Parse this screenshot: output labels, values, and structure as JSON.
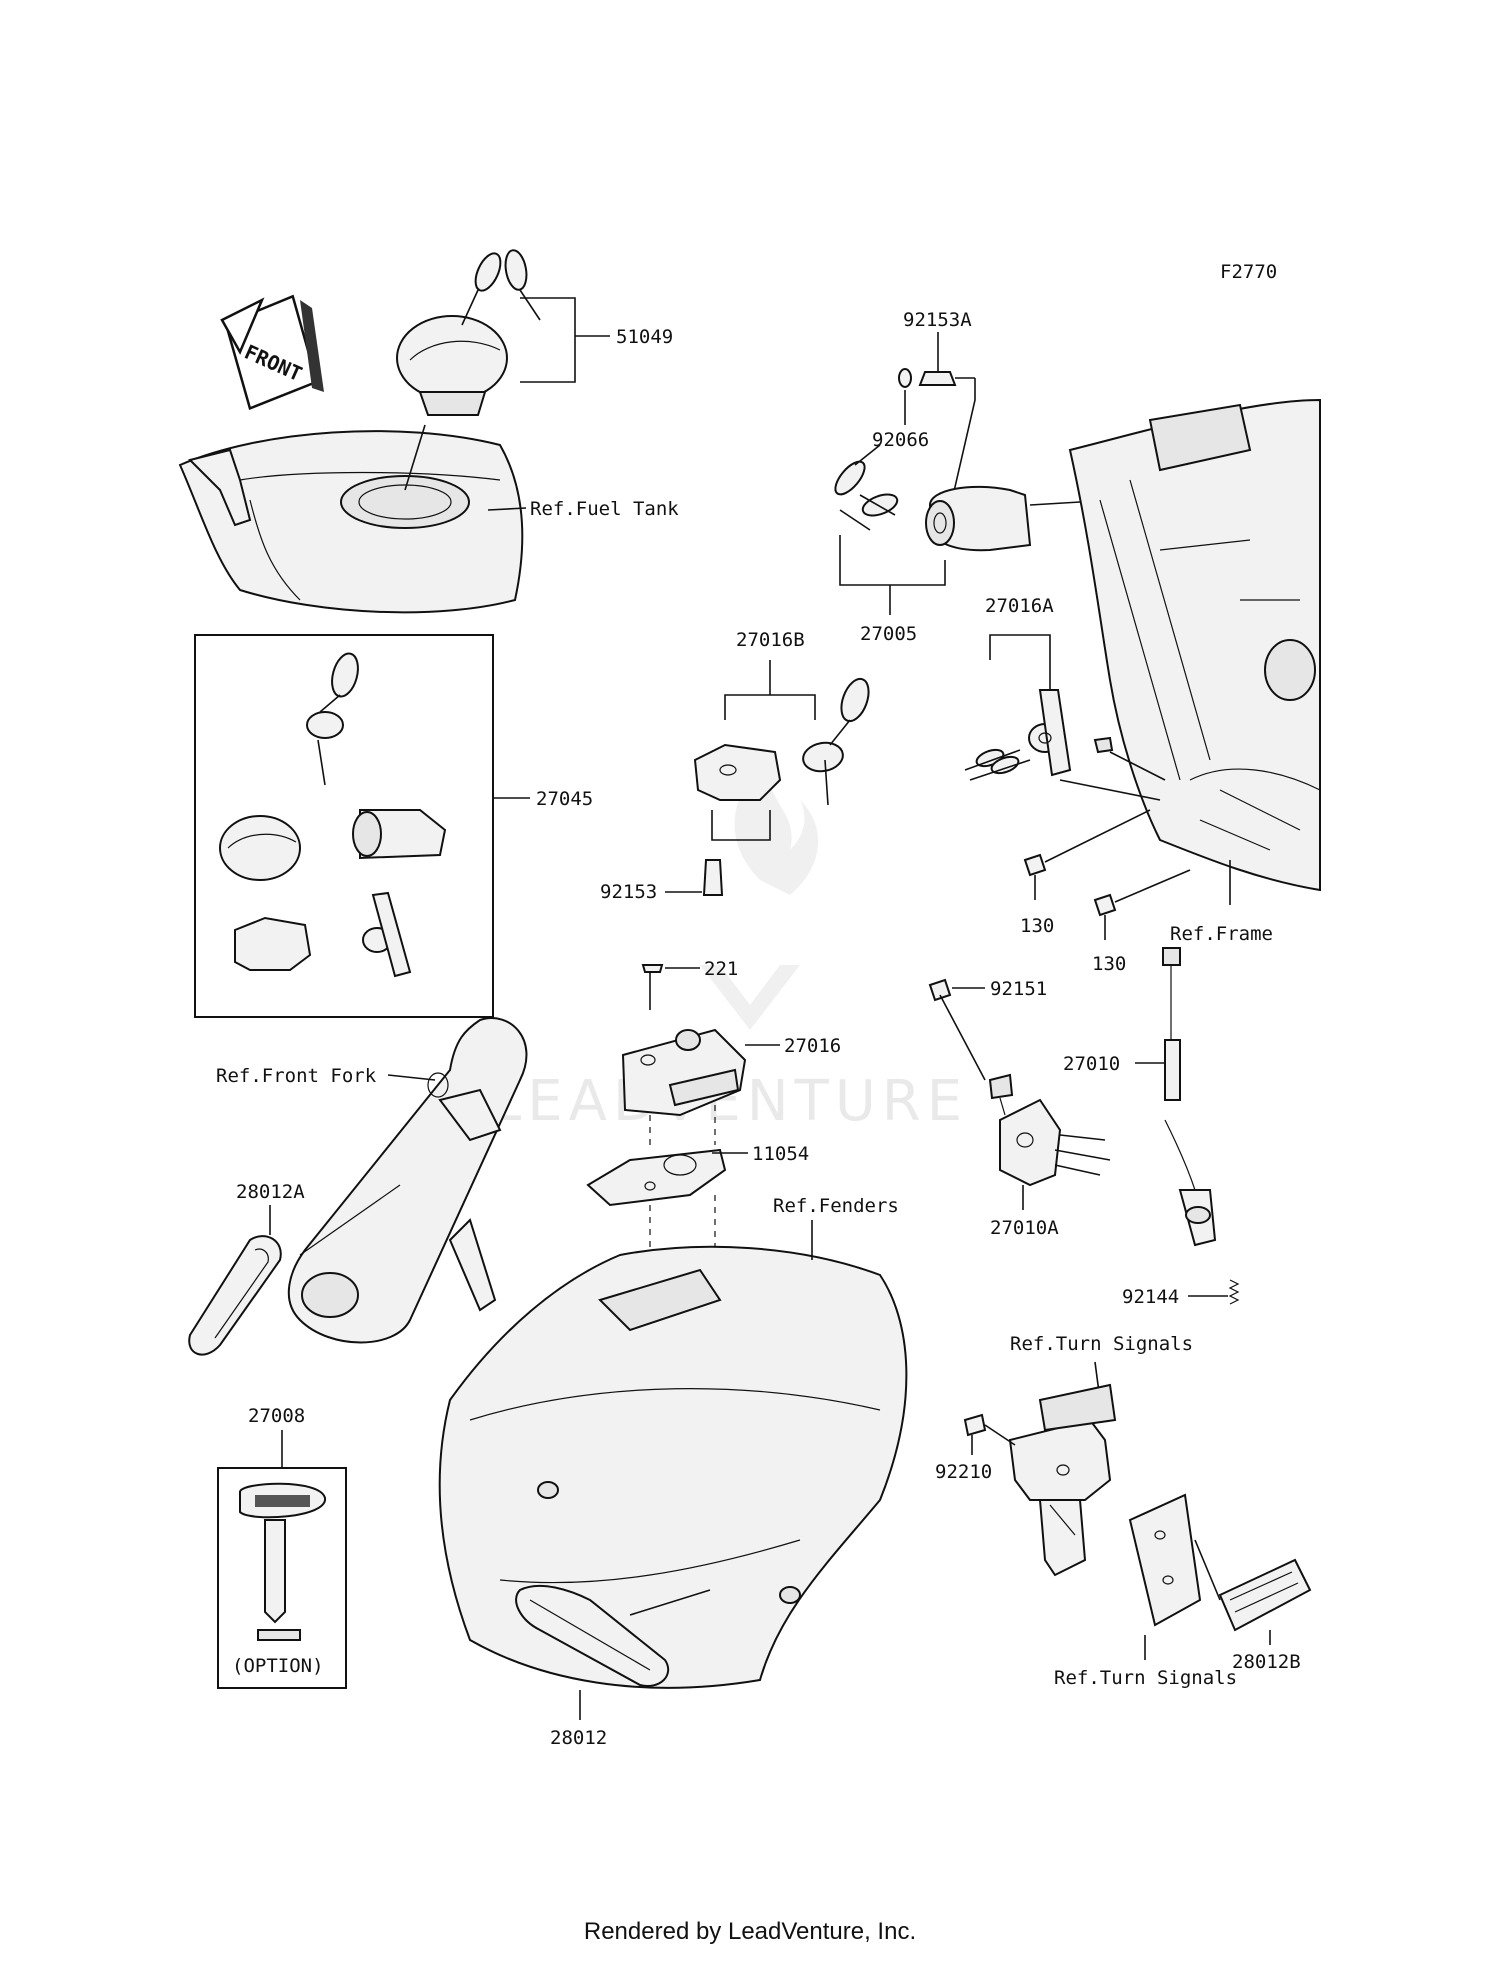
{
  "figure_code": "F2770",
  "front_arrow": "FRONT",
  "watermark": "LEADVENTURE",
  "footer": "Rendered by LeadVenture, Inc.",
  "parts": {
    "p51049": "51049",
    "p92153A": "92153A",
    "p92066": "92066",
    "p27005": "27005",
    "p27016A": "27016A",
    "p27016B": "27016B",
    "p27045": "27045",
    "p92153": "92153",
    "p130a": "130",
    "p130b": "130",
    "p221": "221",
    "p27016": "27016",
    "p92151": "92151",
    "p27010": "27010",
    "p11054": "11054",
    "p27010A": "27010A",
    "p28012A": "28012A",
    "p92144": "92144",
    "p27008": "27008",
    "p92210": "92210",
    "p28012B": "28012B",
    "p28012": "28012"
  },
  "refs": {
    "fuel_tank": "Ref.Fuel Tank",
    "frame": "Ref.Frame",
    "front_fork": "Ref.Front Fork",
    "fenders": "Ref.Fenders",
    "turn_signals_top": "Ref.Turn Signals",
    "turn_signals_bottom": "Ref.Turn Signals"
  },
  "option_label": "(OPTION)"
}
